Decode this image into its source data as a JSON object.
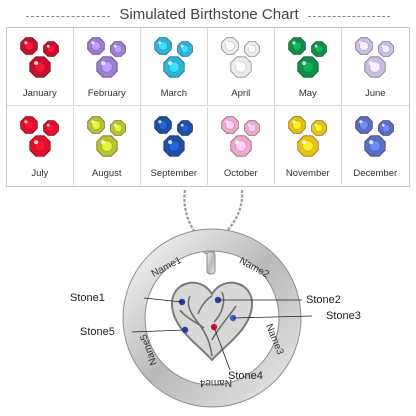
{
  "header": {
    "title": "Simulated Birthstone Chart"
  },
  "months": [
    {
      "label": "January",
      "color": "#c8102e",
      "icon": "garnet-stones-icon"
    },
    {
      "label": "February",
      "color": "#9b7fd4",
      "icon": "amethyst-stones-icon"
    },
    {
      "label": "March",
      "color": "#2fb4d8",
      "icon": "aquamarine-stones-icon"
    },
    {
      "label": "April",
      "color": "#e8ecef",
      "icon": "diamond-stones-icon"
    },
    {
      "label": "May",
      "color": "#0f8f4a",
      "icon": "emerald-stones-icon"
    },
    {
      "label": "June",
      "color": "#c9bfe6",
      "icon": "alexandrite-stones-icon"
    },
    {
      "label": "July",
      "color": "#e0102a",
      "icon": "ruby-stones-icon"
    },
    {
      "label": "August",
      "color": "#b8c233",
      "icon": "peridot-stones-icon"
    },
    {
      "label": "September",
      "color": "#1f4fa8",
      "icon": "sapphire-stones-icon"
    },
    {
      "label": "October",
      "color": "#f2a7c8",
      "icon": "tourmaline-stones-icon"
    },
    {
      "label": "November",
      "color": "#e8c21a",
      "icon": "citrine-stones-icon"
    },
    {
      "label": "December",
      "color": "#5a6fc4",
      "icon": "zircon-stones-icon"
    }
  ],
  "pendant": {
    "engravings": [
      "Name1",
      "Name2",
      "Name3",
      "Name4",
      "Name5"
    ],
    "callouts": [
      "Stone1",
      "Stone2",
      "Stone3",
      "Stone4",
      "Stone5"
    ]
  }
}
